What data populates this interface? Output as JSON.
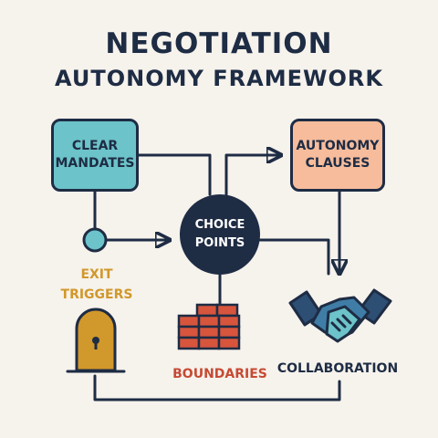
{
  "title": {
    "line1": "NEGOTIATION",
    "line2": "AUTONOMY FRAMEWORK"
  },
  "nodes": {
    "clear_mandates": "CLEAR MANDATES",
    "autonomy_clauses": "AUTONOMY CLAUSES",
    "choice_points": "CHOICE POINTS",
    "exit_triggers": "EXIT TRIGGERS",
    "boundaries": "BOUNDARIES",
    "collaboration": "COLLABORATION"
  },
  "icons": {
    "exit": "door-lock-icon",
    "boundaries": "brick-wall-icon",
    "collaboration": "handshake-icon"
  },
  "colors": {
    "navy": "#1e2c44",
    "teal": "#6cc3c9",
    "peach": "#f6bc9c",
    "orange": "#d1982b",
    "brick": "#c64a33",
    "background": "#f6f2ec"
  }
}
